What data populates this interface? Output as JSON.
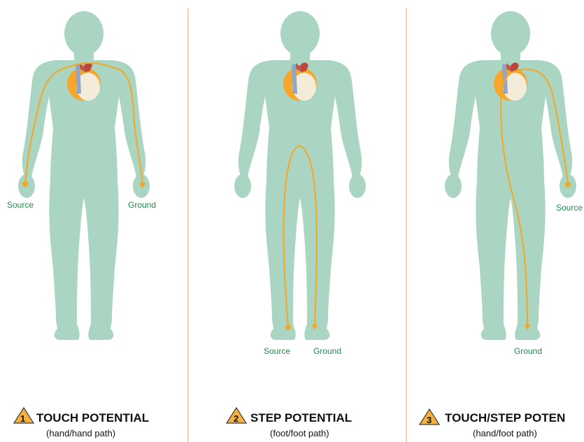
{
  "colors": {
    "body": "#a9d5c2",
    "current": "#f5a623",
    "heart_glow": "#f7b23a",
    "divider": "#f3c27a",
    "label": "#1f8a4c",
    "badge": "#f6b23c"
  },
  "panels": [
    {
      "badge": "1",
      "title": "TOUCH POTENTIAL",
      "subtitle": "(hand/hand path)",
      "labels": {
        "source": "Source",
        "ground": "Ground"
      }
    },
    {
      "badge": "2",
      "title": "STEP POTENTIAL",
      "subtitle": "(foot/foot path)",
      "labels": {
        "source": "Source",
        "ground": "Ground"
      }
    },
    {
      "badge": "3",
      "title": "TOUCH/STEP POTEN",
      "subtitle": "(hand/foot path)",
      "labels": {
        "source": "Source",
        "ground": "Ground"
      }
    }
  ]
}
